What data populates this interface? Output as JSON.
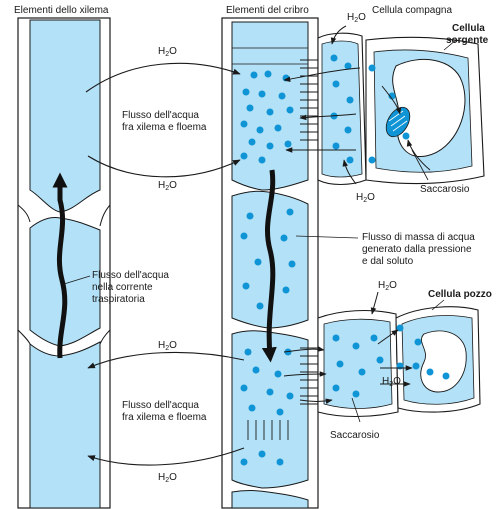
{
  "headers": {
    "xylem": "Elementi dello xilema",
    "sieve": "Elementi del cribro",
    "companion": "Cellula compagna"
  },
  "labels": {
    "source_cell_line1": "Cellula",
    "source_cell_line2": "sorgente",
    "sink_cell": "Cellula pozzo",
    "flow_top_line1": "Flusso dell'acqua",
    "flow_top_line2": "fra xilema e floema",
    "flow_bottom_line1": "Flusso dell'acqua",
    "flow_bottom_line2": "fra xilema e floema",
    "transpiration_line1": "Flusso dell'acqua",
    "transpiration_line2": "nella corrente",
    "transpiration_line3": "traspiratoria",
    "mass_flow_line1": "Flusso di massa di acqua",
    "mass_flow_line2": "generato dalla pressione",
    "mass_flow_line3": "e dal soluto",
    "sucrose_top": "Saccarosio",
    "sucrose_bottom": "Saccarosio"
  },
  "water": {
    "base": "H",
    "sub": "2",
    "tail": "O"
  },
  "colors": {
    "cell_fill": "#b3e1f7",
    "solute_dot": "#0f95d6",
    "outline": "#1a1a1a",
    "flow_arrow": "#111111"
  }
}
